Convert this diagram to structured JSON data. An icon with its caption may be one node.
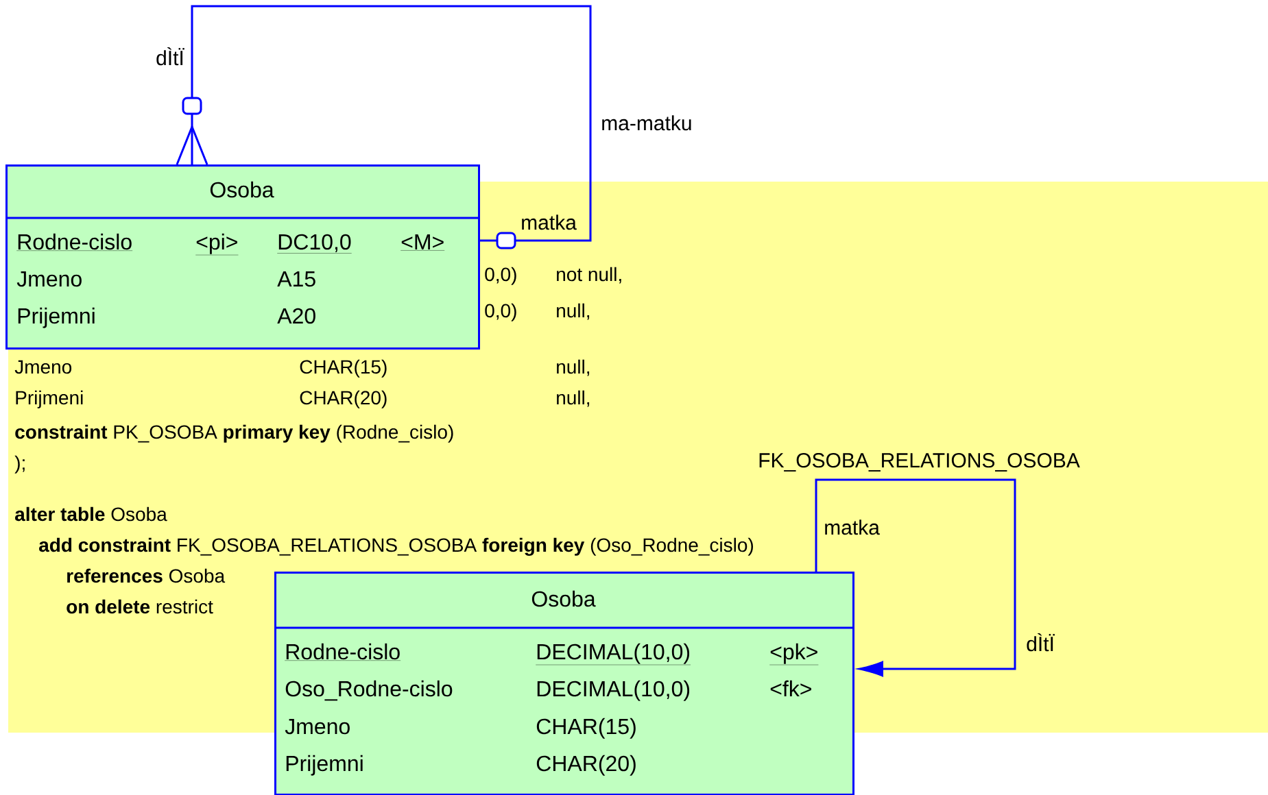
{
  "diagram": {
    "nodes": [
      {
        "text": [
          "Osoba",
          "Rodne-cislo",
          "<pi>",
          "DC10,0",
          "<M>",
          "Jmeno",
          "A15",
          "Prijemni",
          "A20"
        ]
      },
      {
        "text": [
          "Osoba",
          "Rodne-cislo",
          "DECIMAL(10,0)",
          "<pk>",
          "Oso_Rodne-cislo",
          "DECIMAL(10,0)",
          "<fk>",
          "Jmeno",
          "CHAR(15)",
          "Prijemni",
          "CHAR(20)"
        ]
      }
    ],
    "edges": [
      {
        "from": 0,
        "to": 0,
        "arrow": "other",
        "label": "ma-matku"
      },
      {
        "from": 1,
        "to": 1,
        "arrow": "to",
        "label": "FK_OSOBA_RELATIONS_OSOBA"
      }
    ],
    "labels": [
      "dÌtÏ",
      "matka",
      "0,0)",
      "not null,",
      "0,0)",
      "null,",
      "Jmeno",
      "CHAR(15)",
      "null,",
      "Prijmeni",
      "CHAR(20)",
      "null,",
      "**constraint** PK_OSOBA **primary key** (Rodne_cislo)",
      ");",
      "**alter table** Osoba",
      "**add constraint** FK_OSOBA_RELATIONS_OSOBA **foreign key** (Oso_Rodne_cislo)",
      "**references** Osoba",
      "**on delete** restrict",
      "matka",
      "dÌtÏ"
    ]
  }
}
